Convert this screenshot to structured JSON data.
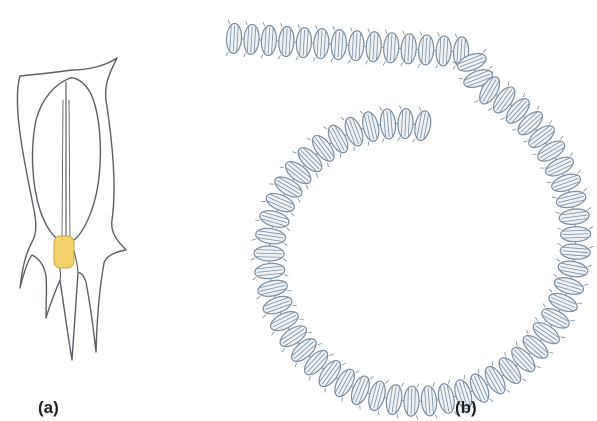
{
  "figure": {
    "panels": [
      {
        "label": "(a)",
        "depicts": "single-cell"
      },
      {
        "label": "(b)",
        "depicts": "coiled-chain-of-cells"
      }
    ],
    "colors": {
      "cell_outline": "#5a6066",
      "chain_outline": "#7b8c9c",
      "chain_fill": "#eef2f5",
      "nucleus_fill": "#f2d36b",
      "nucleus_outline": "#c9a43a"
    }
  }
}
